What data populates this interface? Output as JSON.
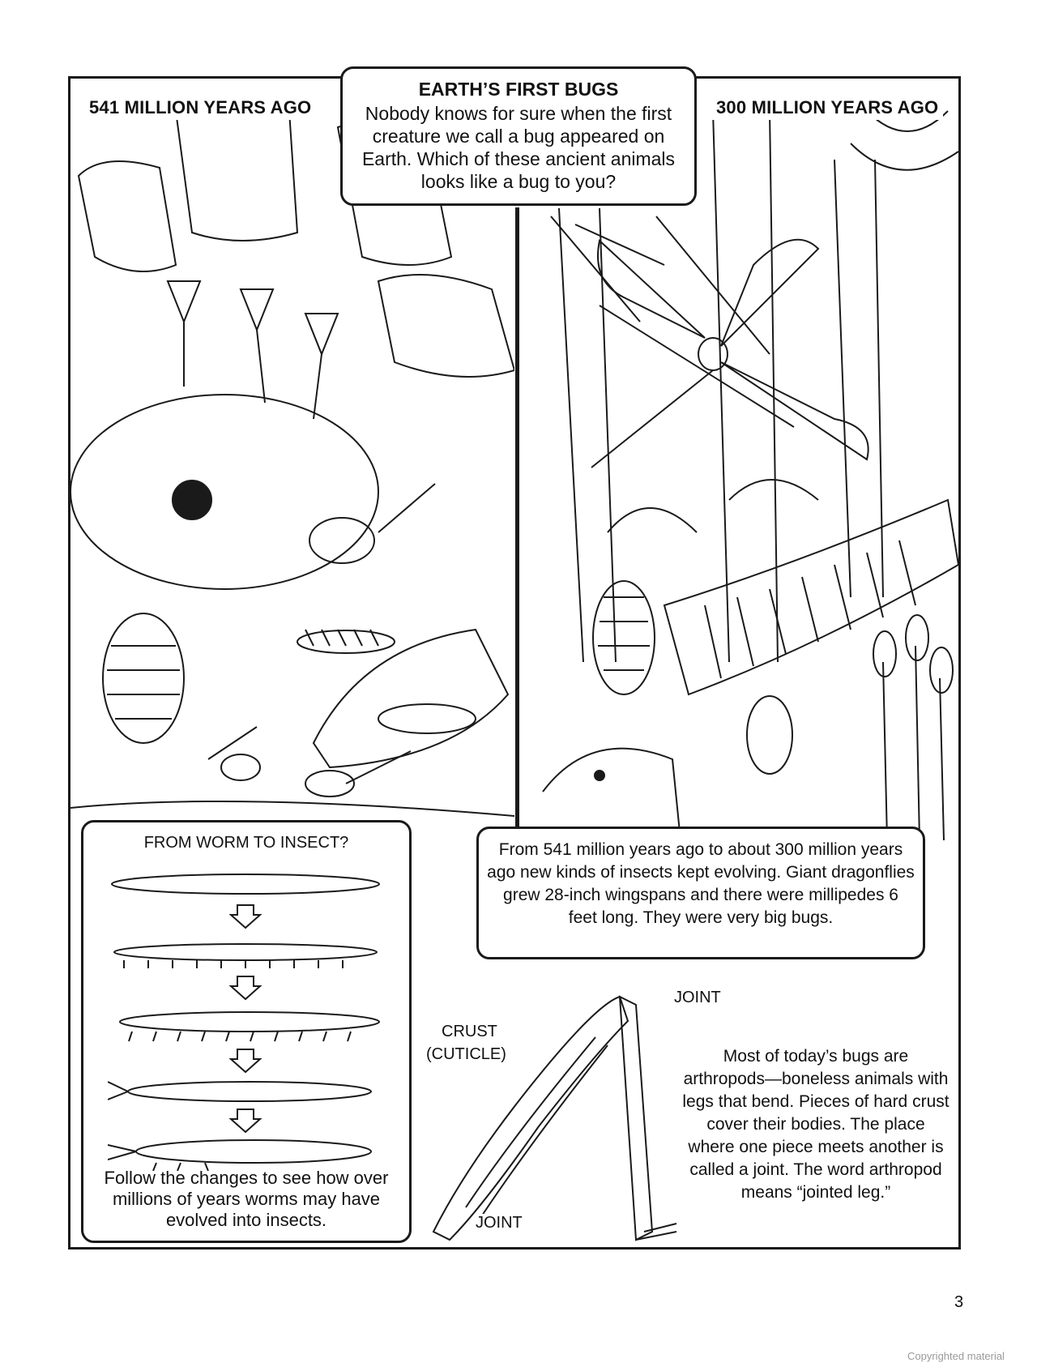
{
  "scene_left": {
    "era_label": "541 MILLION YEARS AGO"
  },
  "scene_right": {
    "era_label": "300 MILLION YEARS AGO"
  },
  "title_box": {
    "title": "EARTH’S FIRST BUGS",
    "body": "Nobody knows for sure when the first creature we call a bug appeared on Earth. Which of these ancient animals looks like a bug to you?"
  },
  "worm_box": {
    "title": "FROM WORM TO INSECT?",
    "caption": "Follow the changes to see how over millions of years worms may have evolved into insects."
  },
  "info_box": {
    "text": "From 541 million years ago to about 300 million years ago new kinds of insects kept evolving. Giant dragonflies grew 28-inch wingspans and there were millipedes 6 feet long. They were very big bugs."
  },
  "leg_diagram": {
    "joint_top": "JOINT",
    "crust": "CRUST",
    "cuticle": "(CUTICLE)",
    "joint_bottom": "JOINT"
  },
  "arthropod_text": "Most of today’s bugs are arthropods—boneless animals with legs that bend. Pieces of hard crust cover their bodies. The place where one piece meets another is called a joint. The word arthropod means “jointed leg.”",
  "page_number": "3",
  "copyright": "Copyrighted material"
}
